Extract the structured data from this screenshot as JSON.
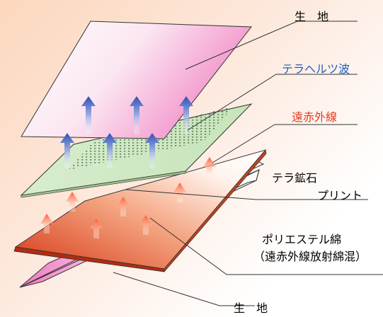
{
  "labels": {
    "fabric_top": "生　地",
    "terahertz_wave": "テラヘルツ波",
    "far_infrared": "遠赤外線",
    "tera_ore": "テラ鉱石",
    "print": "プリント",
    "polyester_line1": "ポリエステル綿",
    "polyester_line2": "（遠赤外線放射綿混）",
    "fabric_bottom": "生　地"
  },
  "colors": {
    "terahertz_wave": "#1e5fc0",
    "far_infrared": "#e23b1e",
    "default_text": "#000000",
    "top_fabric": "#f28bc8",
    "green_layer": "#cfe8c3",
    "orange_layer": "#d8401c",
    "blue_arrow": "#3a58b8",
    "red_arrow": "#ff6a3a"
  },
  "icons": {
    "blue_arrows": "up-arrow-icon",
    "red_arrows": "up-arrow-icon"
  }
}
